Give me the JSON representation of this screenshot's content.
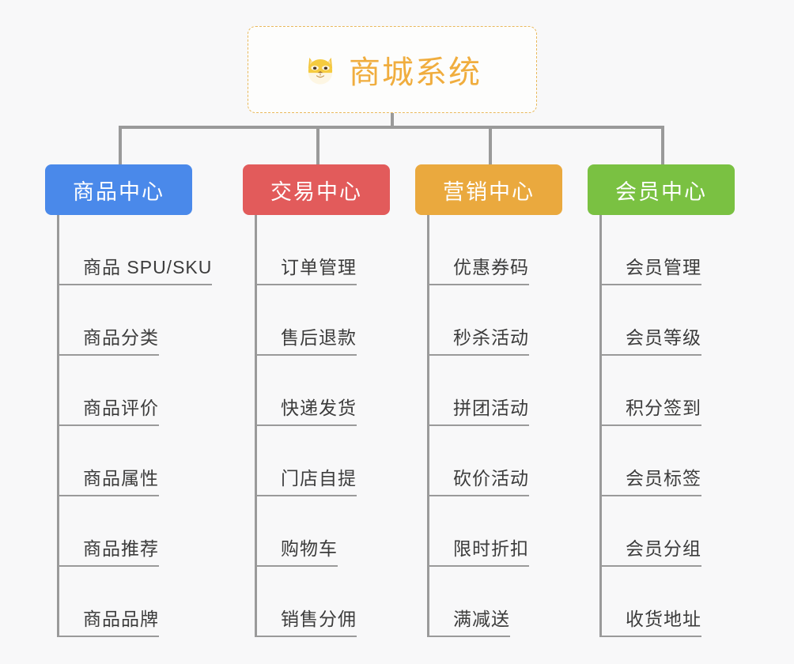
{
  "root": {
    "icon": "shiba-dog-emoji",
    "title": "商城系统"
  },
  "colors": {
    "background": "#f8f8f9",
    "root_border": "#e9b95c",
    "root_text": "#f0ad3e",
    "line": "#9a9a9a",
    "leaf_text": "#3c3c3c",
    "branch_1": "#4a89ea",
    "branch_2": "#e25b5b",
    "branch_3": "#eaa93e",
    "branch_4": "#7ac142"
  },
  "branches": [
    {
      "label": "商品中心",
      "color": "#4a89ea",
      "items": [
        {
          "label": "商品 SPU/SKU"
        },
        {
          "label": "商品分类"
        },
        {
          "label": "商品评价"
        },
        {
          "label": "商品属性"
        },
        {
          "label": "商品推荐"
        },
        {
          "label": "商品品牌"
        }
      ]
    },
    {
      "label": "交易中心",
      "color": "#e25b5b",
      "items": [
        {
          "label": "订单管理"
        },
        {
          "label": "售后退款"
        },
        {
          "label": "快递发货"
        },
        {
          "label": "门店自提"
        },
        {
          "label": "购物车"
        },
        {
          "label": "销售分佣"
        }
      ]
    },
    {
      "label": "营销中心",
      "color": "#eaa93e",
      "items": [
        {
          "label": "优惠券码"
        },
        {
          "label": "秒杀活动"
        },
        {
          "label": "拼团活动"
        },
        {
          "label": "砍价活动"
        },
        {
          "label": "限时折扣"
        },
        {
          "label": "满减送"
        }
      ]
    },
    {
      "label": "会员中心",
      "color": "#7ac142",
      "items": [
        {
          "label": "会员管理"
        },
        {
          "label": "会员等级"
        },
        {
          "label": "积分签到"
        },
        {
          "label": "会员标签"
        },
        {
          "label": "会员分组"
        },
        {
          "label": "收货地址"
        }
      ]
    }
  ]
}
